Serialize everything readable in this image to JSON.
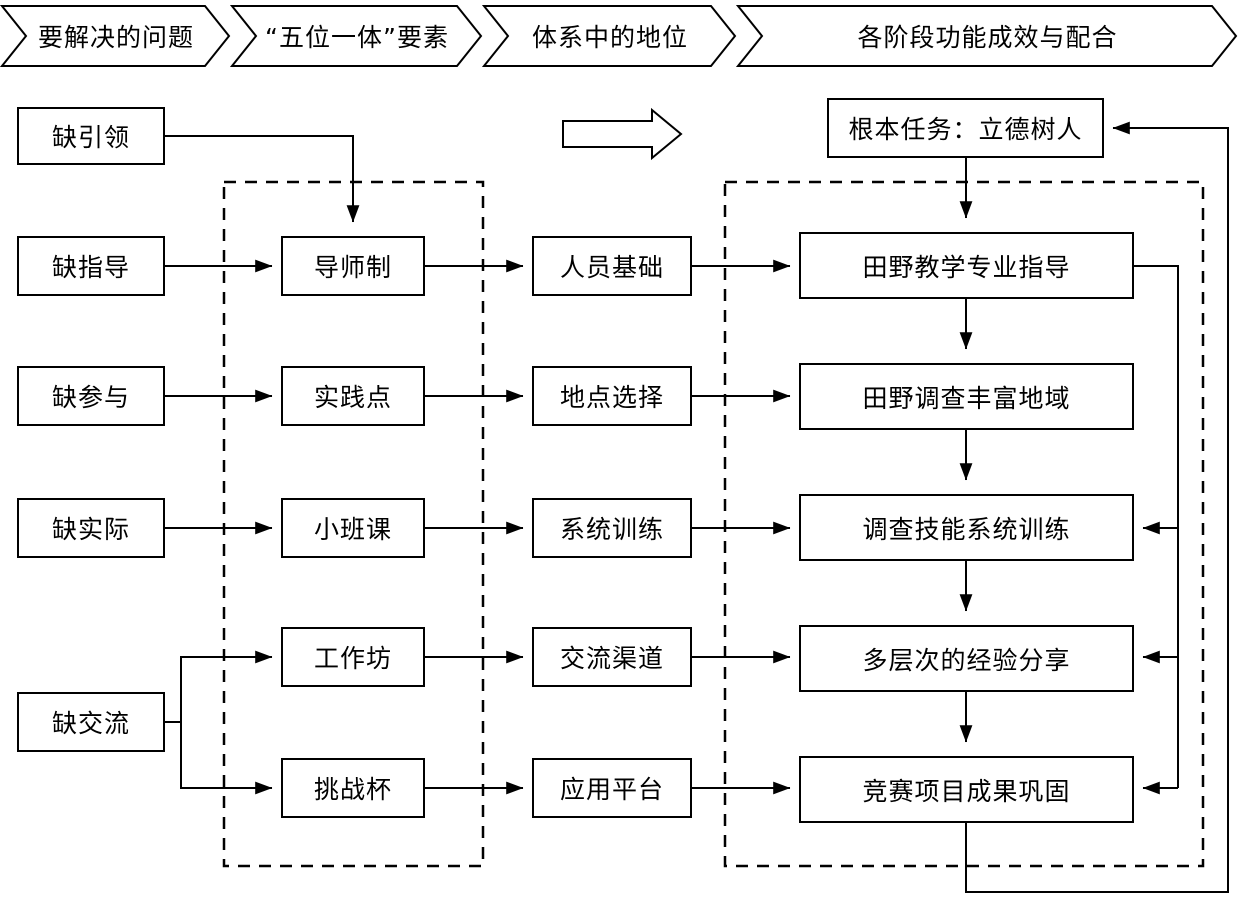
{
  "header": {
    "banners": [
      {
        "id": "banner-problems",
        "label": "要解决的问题"
      },
      {
        "id": "banner-elements",
        "label": "“五位一体”要素"
      },
      {
        "id": "banner-position",
        "label": "体系中的地位"
      },
      {
        "id": "banner-stages",
        "label": "各阶段功能成效与配合"
      }
    ]
  },
  "columns": {
    "problems": {
      "title": "要解决的问题",
      "items": [
        {
          "id": "problem-lack-leadership",
          "label": "缺引领"
        },
        {
          "id": "problem-lack-guidance",
          "label": "缺指导"
        },
        {
          "id": "problem-lack-participation",
          "label": "缺参与"
        },
        {
          "id": "problem-lack-practice",
          "label": "缺实际"
        },
        {
          "id": "problem-lack-communication",
          "label": "缺交流"
        }
      ]
    },
    "elements": {
      "title": "“五位一体”要素",
      "items": [
        {
          "id": "element-mentor-system",
          "label": "导师制"
        },
        {
          "id": "element-practice-base",
          "label": "实践点"
        },
        {
          "id": "element-small-class",
          "label": "小班课"
        },
        {
          "id": "element-workshop",
          "label": "工作坊"
        },
        {
          "id": "element-challenge-cup",
          "label": "挑战杯"
        }
      ]
    },
    "position": {
      "title": "体系中的地位",
      "items": [
        {
          "id": "position-personnel-basis",
          "label": "人员基础"
        },
        {
          "id": "position-site-selection",
          "label": "地点选择"
        },
        {
          "id": "position-systematic-training",
          "label": "系统训练"
        },
        {
          "id": "position-exchange-channel",
          "label": "交流渠道"
        },
        {
          "id": "position-application-platform",
          "label": "应用平台"
        }
      ]
    },
    "stages": {
      "title": "各阶段功能成效与配合",
      "root_task": {
        "id": "root-task",
        "label": "根本任务：立德树人"
      },
      "items": [
        {
          "id": "stage-field-teaching-guidance",
          "label": "田野教学专业指导"
        },
        {
          "id": "stage-field-survey-regions",
          "label": "田野调查丰富地域"
        },
        {
          "id": "stage-survey-skill-training",
          "label": "调查技能系统训练"
        },
        {
          "id": "stage-multilevel-experience-sharing",
          "label": "多层次的经验分享"
        },
        {
          "id": "stage-competition-outcome",
          "label": "竞赛项目成果巩固"
        }
      ]
    }
  },
  "decorations": {
    "big_arrow": {
      "id": "big-right-arrow",
      "label": ""
    },
    "dashed_groups": [
      {
        "id": "dashed-group-elements",
        "label": ""
      },
      {
        "id": "dashed-group-stages",
        "label": ""
      }
    ]
  },
  "colors": {
    "stroke": "#000000",
    "fill": "#ffffff",
    "text": "#000000"
  }
}
